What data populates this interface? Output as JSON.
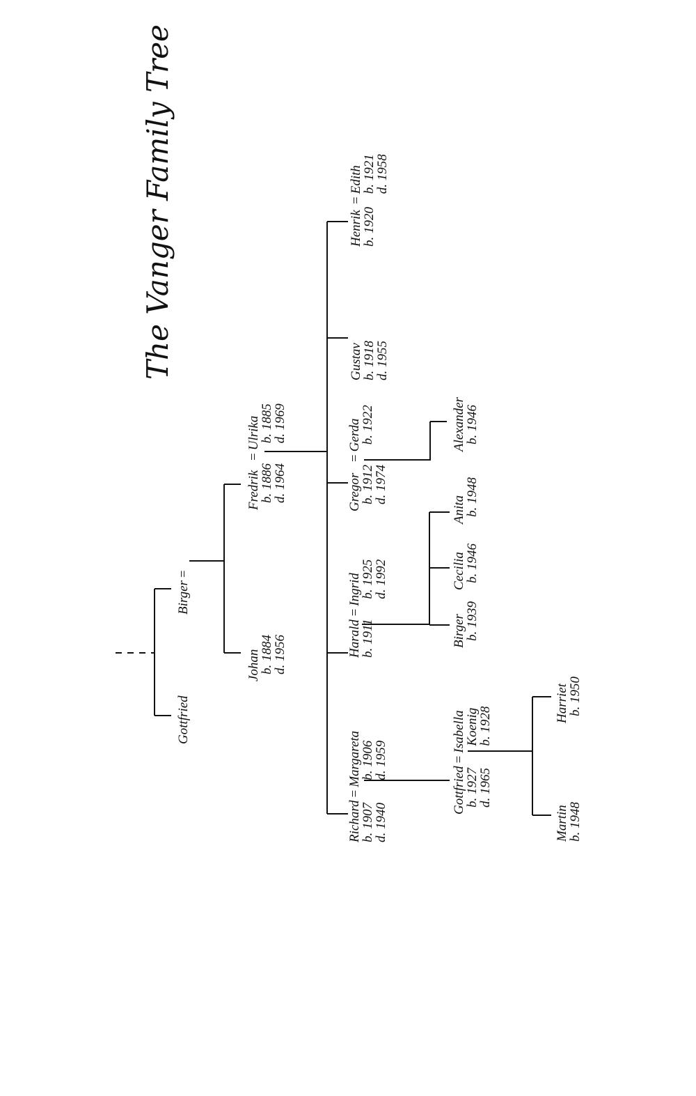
{
  "title": "The Vanger Family Tree",
  "marriage_symbol": "=",
  "people": {
    "gottfried_sr": {
      "name": "Gottfried"
    },
    "birger_sr": {
      "name": "Birger"
    },
    "johan": {
      "name": "Johan",
      "born": "b. 1884",
      "died": "d. 1956"
    },
    "fredrik": {
      "name": "Fredrik",
      "born": "b. 1886",
      "died": "d. 1964"
    },
    "ulrika": {
      "name": "Ulrika",
      "born": "b. 1885",
      "died": "d. 1969"
    },
    "richard": {
      "name": "Richard",
      "born": "b. 1907",
      "died": "d. 1940"
    },
    "margareta": {
      "name": "Margareta",
      "born": "b. 1906",
      "died": "d. 1959"
    },
    "harald": {
      "name": "Harald",
      "born": "b. 1911"
    },
    "ingrid": {
      "name": "Ingrid",
      "born": "b. 1925",
      "died": "d. 1992"
    },
    "gregor": {
      "name": "Gregor",
      "born": "b. 1912",
      "died": "d. 1974"
    },
    "gerda": {
      "name": "Gerda",
      "born": "b. 1922"
    },
    "gustav": {
      "name": "Gustav",
      "born": "b. 1918",
      "died": "d. 1955"
    },
    "henrik": {
      "name": "Henrik",
      "born": "b. 1920"
    },
    "edith": {
      "name": "Edith",
      "born": "b. 1921",
      "died": "d. 1958"
    },
    "gottfried": {
      "name": "Gottfried",
      "born": "b. 1927",
      "died": "d. 1965"
    },
    "isabella": {
      "name": "Isabella",
      "surname": "Koenig",
      "born": "b. 1928"
    },
    "birger": {
      "name": "Birger",
      "born": "b. 1939"
    },
    "cecilia": {
      "name": "Cecilia",
      "born": "b. 1946"
    },
    "anita": {
      "name": "Anita",
      "born": "b. 1948"
    },
    "alexander": {
      "name": "Alexander",
      "born": "b. 1946"
    },
    "martin": {
      "name": "Martin",
      "born": "b. 1948"
    },
    "harriet": {
      "name": "Harriet",
      "born": "b. 1950"
    }
  }
}
